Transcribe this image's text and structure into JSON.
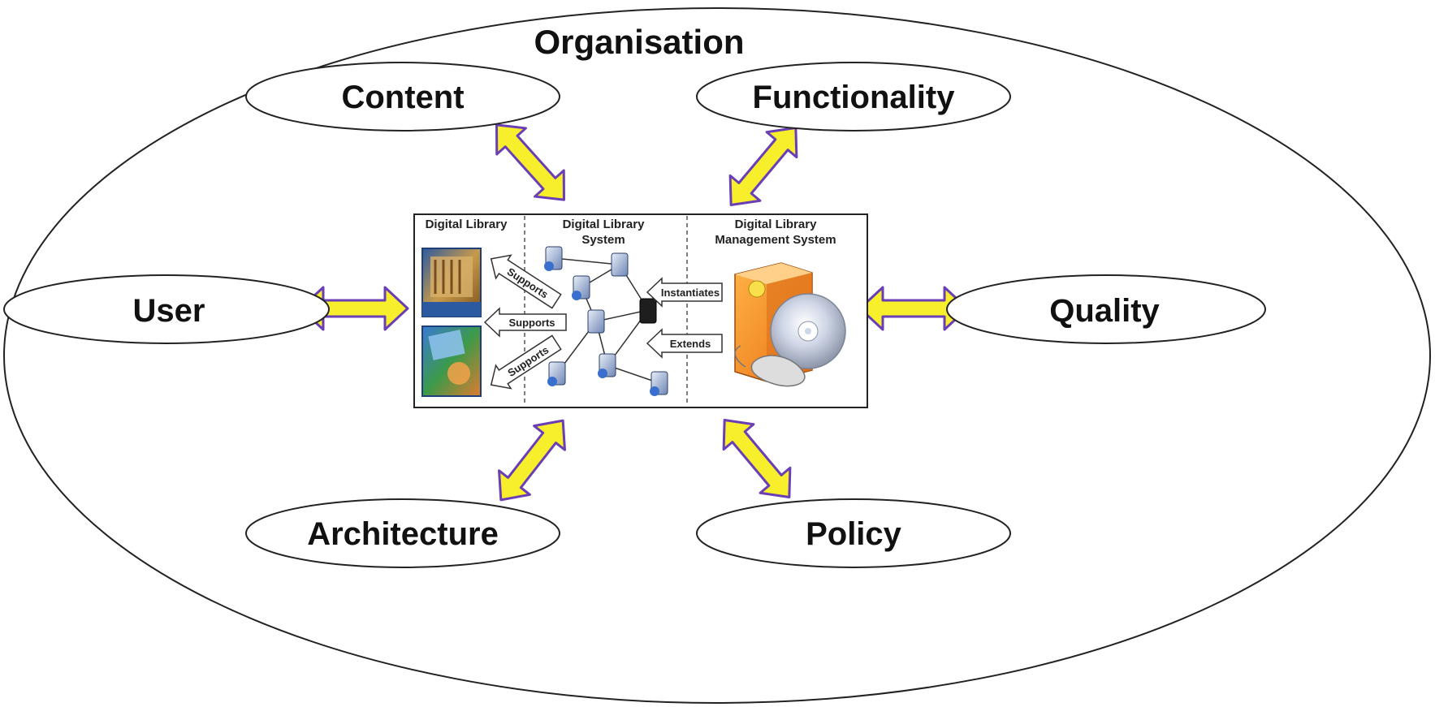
{
  "diagram": {
    "outer_label": "Organisation",
    "nodes": {
      "content": "Content",
      "functionality": "Functionality",
      "user": "User",
      "quality": "Quality",
      "architecture": "Architecture",
      "policy": "Policy"
    },
    "center_panel": {
      "col1": {
        "line1": "Digital Library"
      },
      "col2": {
        "line1": "Digital Library",
        "line2": "System"
      },
      "col3": {
        "line1": "Digital Library",
        "line2": "Management System"
      },
      "supports_top": "Supports",
      "supports_mid": "Supports",
      "supports_bottom": "Supports",
      "instantiates": "Instantiates",
      "extends": "Extends"
    },
    "colors": {
      "arrow_fill": "#f7ef2b",
      "arrow_stroke": "#6a3fb6",
      "ellipse_stroke": "#222222"
    }
  }
}
